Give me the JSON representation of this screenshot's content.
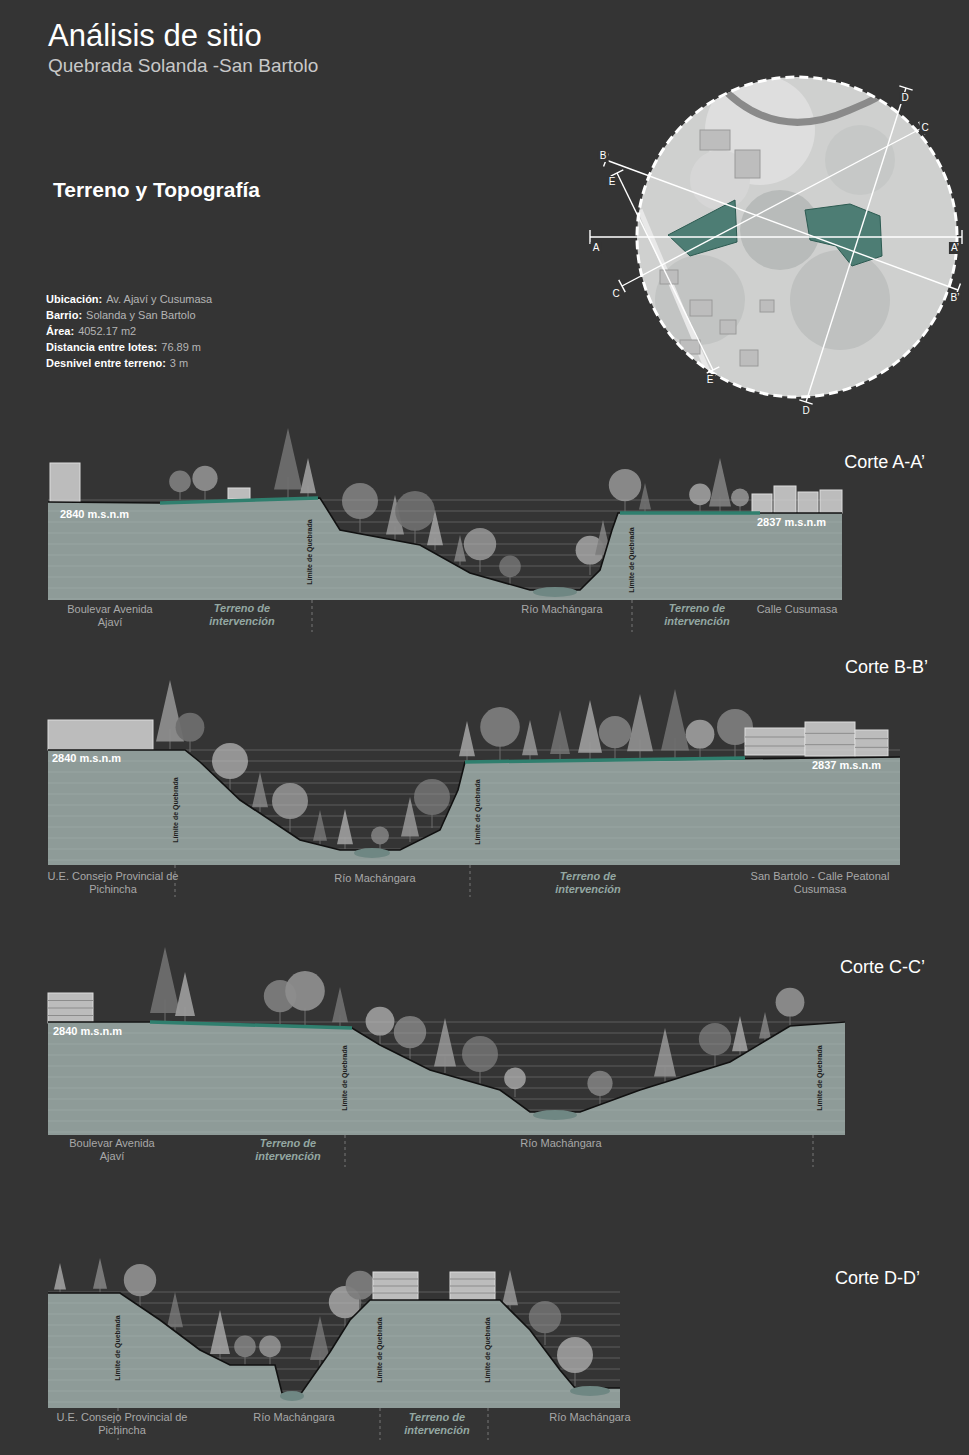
{
  "diagram": {
    "title": "Análisis de sitio",
    "labels": [
      "Quebrada Solanda -San Bartolo",
      "Terreno y Topografía",
      "Ubicación:",
      "Av. Ajaví y Cusumasa",
      "Barrio:",
      "Solanda y San Bartolo",
      "Área:",
      "4052.17 m2",
      "Distancia entre lotes:",
      "76.89 m",
      "Desnivel entre terreno:",
      "3 m",
      "D",
      "C",
      "B",
      "E",
      "A",
      "A’",
      "B’",
      "C",
      "E",
      "D",
      "Corte A-A’",
      "2840 m.s.n.m",
      "2837 m.s.n.m",
      "Límite de Quebrada",
      "Límite de Quebrada",
      "Boulevar Avenida Ajaví",
      "Terreno de intervención",
      "Río Machángara",
      "Terreno de intervención",
      "Calle Cusumasa",
      "Corte B-B’",
      "2840 m.s.n.m",
      "2837 m.s.n.m",
      "Límite de Quebrada",
      "Límite de Quebrada",
      "U.E. Consejo Provincial de Pichincha",
      "Río Machángara",
      "Terreno de intervención",
      "San Bartolo - Calle Peatonal Cusumasa",
      "Corte C-C’",
      "2840 m.s.n.m",
      "Límite de Quebrada",
      "Límite de Quebrada",
      "Boulevar Avenida Ajaví",
      "Terreno de intervención",
      "Río Machángara",
      "Corte D-D’",
      "Límite de Quebrada",
      "Límite de Quebrada",
      "Límite de Quebrada",
      "U.E. Consejo Provincial de Pichincha",
      "Río Machángara",
      "Terreno de intervención",
      "Río Machángara"
    ]
  }
}
